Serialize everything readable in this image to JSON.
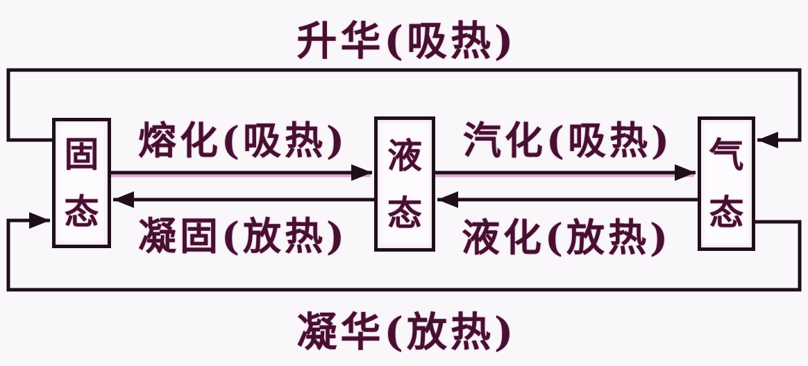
{
  "diagram": {
    "type": "state-transition",
    "background": "#faf7fb",
    "line_color": "#1e0f1a",
    "text_color": "#471030",
    "nodes": [
      {
        "id": "solid",
        "label": "固态"
      },
      {
        "id": "liquid",
        "label": "液态"
      },
      {
        "id": "gas",
        "label": "气态"
      }
    ],
    "transitions": [
      {
        "id": "sublimation",
        "label": "升华(吸热)",
        "from": "solid",
        "to": "gas",
        "heat": "吸热",
        "position": "top-outer"
      },
      {
        "id": "melting",
        "label": "熔化(吸热)",
        "from": "solid",
        "to": "liquid",
        "heat": "吸热",
        "position": "upper-left"
      },
      {
        "id": "solidification",
        "label": "凝固(放热)",
        "from": "liquid",
        "to": "solid",
        "heat": "放热",
        "position": "lower-left"
      },
      {
        "id": "vaporization",
        "label": "汽化(吸热)",
        "from": "liquid",
        "to": "gas",
        "heat": "吸热",
        "position": "upper-right"
      },
      {
        "id": "liquefaction",
        "label": "液化(放热)",
        "from": "gas",
        "to": "liquid",
        "heat": "放热",
        "position": "lower-right"
      },
      {
        "id": "deposition",
        "label": "凝华(放热)",
        "from": "gas",
        "to": "solid",
        "heat": "放热",
        "position": "bottom-outer"
      }
    ]
  }
}
